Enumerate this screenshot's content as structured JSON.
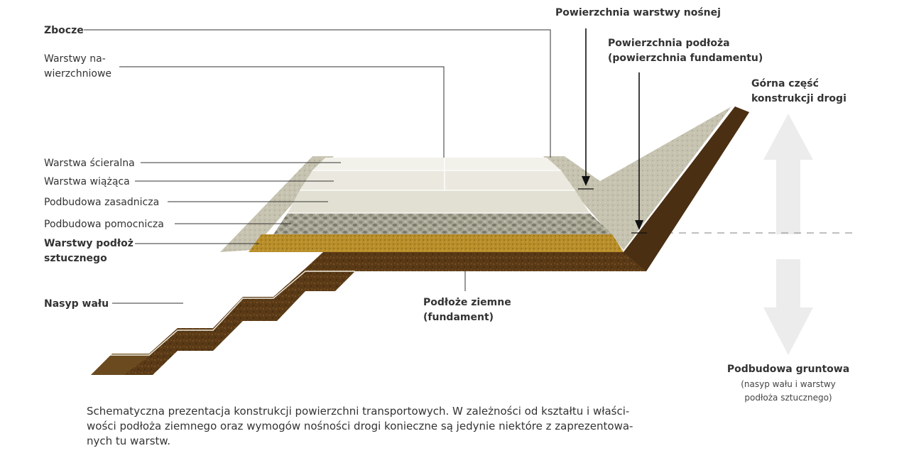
{
  "labels": {
    "zbocze": "Zbocze",
    "warstwy_nawierzchniowe": [
      "Warstwy na-",
      "wierzchniowe"
    ],
    "warstwa_scieralna": "Warstwa ścieralna",
    "warstwa_wiazaca": "Warstwa wiążąca",
    "podbudowa_zasadnicza": "Podbudowa zasadnicza",
    "podbudowa_pomocnicza": "Podbudowa pomocnicza",
    "warstwy_podloz": [
      "Warstwy podłoż",
      "sztucznego"
    ],
    "nasyp_walu": "Nasyp wału",
    "podloze_ziemne": [
      "Podłoże ziemne",
      "(fundament)"
    ],
    "powierzchnia_warstwy_nosnej": "Powierzchnia warstwy nośnej",
    "powierzchnia_podloza": [
      "Powierzchnia podłoża",
      "(powierzchnia fundamentu)"
    ],
    "gorna_czesc": [
      "Górna część",
      "konstrukcji drogi"
    ],
    "podbudowa_gruntowa": "Podbudowa gruntowa",
    "podbudowa_gruntowa_note": [
      "(nasyp wału i warstwy",
      "podłoża sztucznego)"
    ]
  },
  "caption": [
    "Schematyczna prezentacja konstrukcji powierzchni transportowych. W zależności od kształtu i właści-",
    "wości podłoża ziemnego oraz wymogów nośności drogi konieczne są jedynie niektóre z zaprezentowa-",
    "nych tu warstw."
  ]
}
